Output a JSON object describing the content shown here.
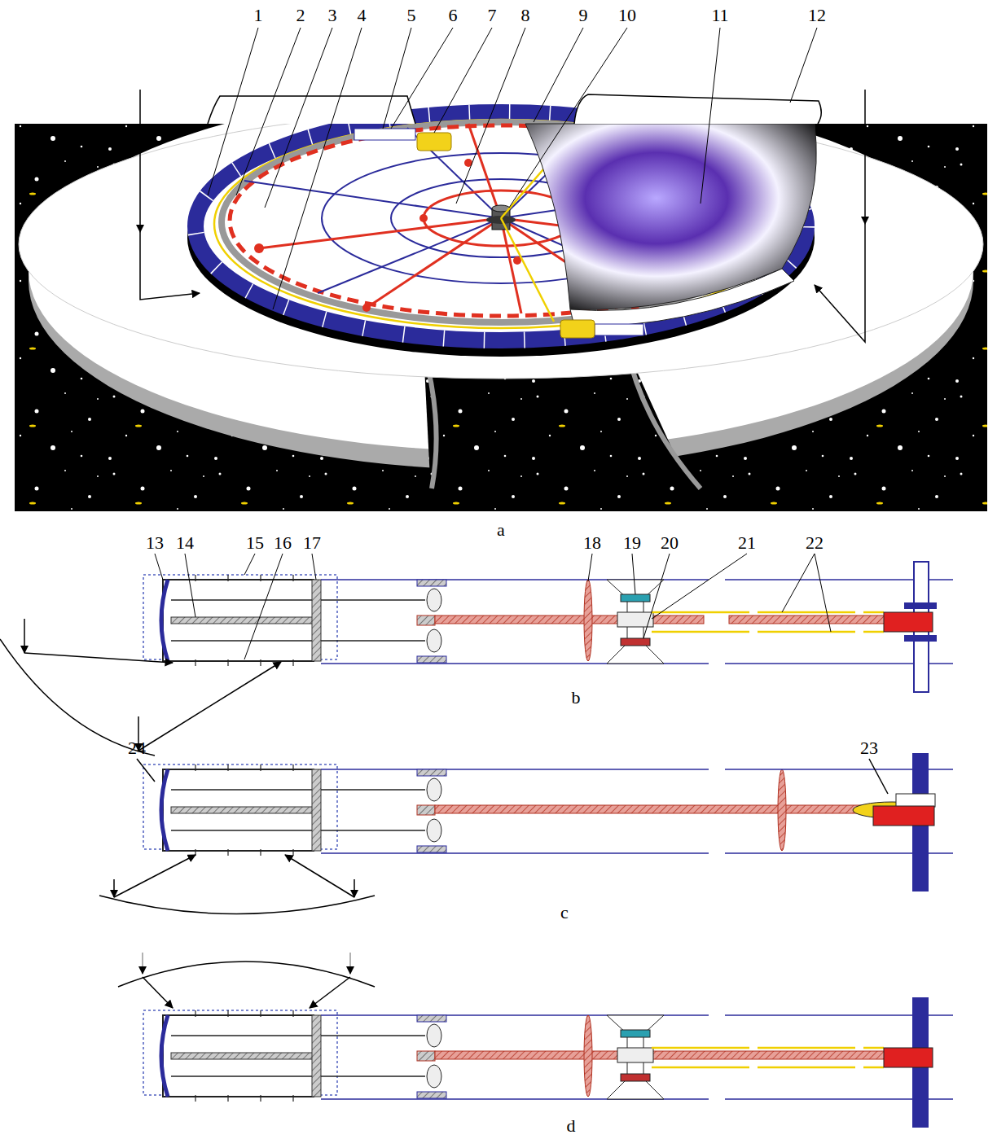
{
  "diagram": {
    "labels": [
      "1",
      "2",
      "3",
      "4",
      "5",
      "6",
      "7",
      "8",
      "9",
      "10",
      "11",
      "12",
      "a",
      "13",
      "14",
      "15",
      "16",
      "17",
      "18",
      "19",
      "20",
      "21",
      "22",
      "b",
      "24",
      "23",
      "c",
      "d"
    ]
  }
}
